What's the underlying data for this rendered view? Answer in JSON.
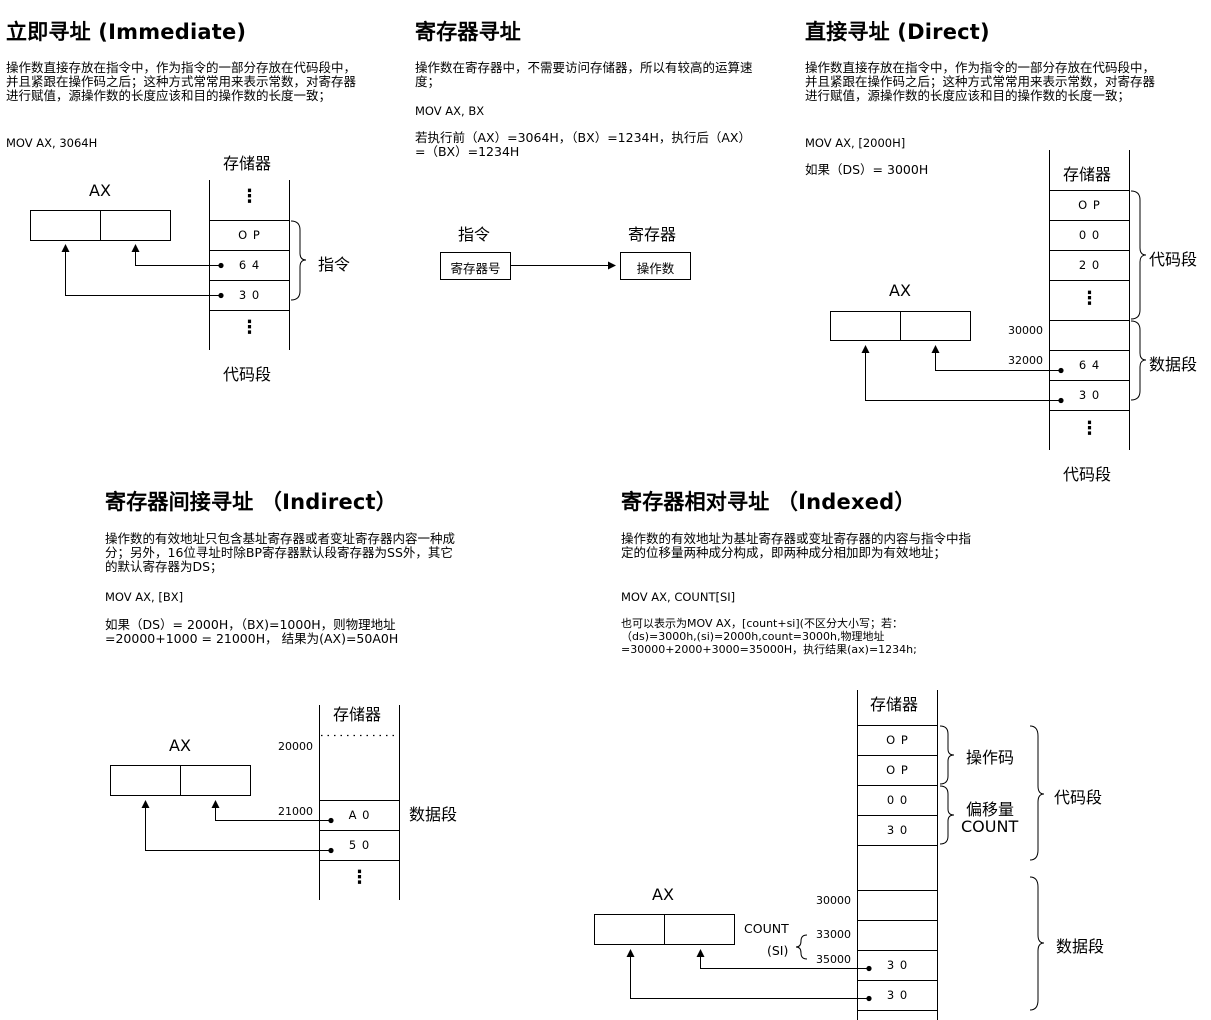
{
  "immediate": {
    "title": "立即寻址 (Immediate)",
    "desc": "操作数直接存放在指令中，作为指令的一部分存放在代码段中，并且紧跟在操作码之后；这种方式常常用来表示常数，对寄存器进行赋值，源操作数的长度应该和目的操作数的长度一致；",
    "code": "MOV AX, 3064H",
    "memory_label": "存储器",
    "ax_label": "AX",
    "cells": [
      "O  P",
      "6  4",
      "3  0"
    ],
    "brace_label": "指令",
    "segment_label": "代码段"
  },
  "register": {
    "title": "寄存器寻址",
    "desc": "操作数在寄存器中，不需要访问存储器，所以有较高的运算速度；",
    "code": "MOV AX, BX",
    "note": "若执行前（AX）=3064H，（BX）=1234H，执行后（AX）=（BX）=1234H",
    "instr_label": "指令",
    "reg_label": "寄存器",
    "box_left": "寄存器号",
    "box_right": "操作数"
  },
  "direct": {
    "title": "直接寻址 (Direct)",
    "desc": "操作数直接存放在指令中，作为指令的一部分存放在代码段中，并且紧跟在操作码之后；这种方式常常用来表示常数，对寄存器进行赋值，源操作数的长度应该和目的操作数的长度一致；",
    "code": "MOV AX, [2000H]",
    "note": "如果（DS）= 3000H",
    "memory_label": "存储器",
    "ax_label": "AX",
    "cells": [
      "O  P",
      "0  0",
      "2  0",
      "",
      "6  4",
      "3  0"
    ],
    "addr1": "30000",
    "addr2": "32000",
    "code_seg_label": "代码段",
    "data_seg_label": "数据段",
    "bottom_label": "代码段"
  },
  "indirect": {
    "title": "寄存器间接寻址 （Indirect）",
    "desc": "操作数的有效地址只包含基址寄存器或者变址寄存器内容一种成分；另外，16位寻址时除BP寄存器默认段寄存器为SS外，其它的默认寄存器为DS；",
    "code": "MOV AX, [BX]",
    "note": "如果（DS）= 2000H，（BX)=1000H，则物理地址=20000+1000 = 21000H， 结果为(AX)=50A0H",
    "memory_label": "存储器",
    "ax_label": "AX",
    "addr1": "20000",
    "addr2": "21000",
    "cells": [
      "A  0",
      "5  0"
    ],
    "data_seg_label": "数据段"
  },
  "indexed": {
    "title": "寄存器相对寻址 （Indexed）",
    "desc": "操作数的有效地址为基址寄存器或变址寄存器的内容与指令中指定的位移量两种成分构成，即两种成分相加即为有效地址；",
    "code": "MOV AX, COUNT[SI]",
    "note": "也可以表示为MOV  AX，[count+si](不区分大小写；若：（ds)=3000h,(si)=2000h,count=3000h,物理地址=30000+2000+3000=35000H，执行结果(ax)=1234h;",
    "memory_label": "存储器",
    "ax_label": "AX",
    "cells": [
      "O  P",
      "O  P",
      "0  0",
      "3  0",
      "3  0",
      "3  0"
    ],
    "opcode_label": "操作码",
    "offset_label1": "偏移量",
    "offset_label2": "COUNT",
    "code_seg_label": "代码段",
    "data_seg_label": "数据段",
    "count_label": "COUNT",
    "si_label": "(SI)",
    "addr1": "30000",
    "addr2": "33000",
    "addr3": "35000"
  }
}
